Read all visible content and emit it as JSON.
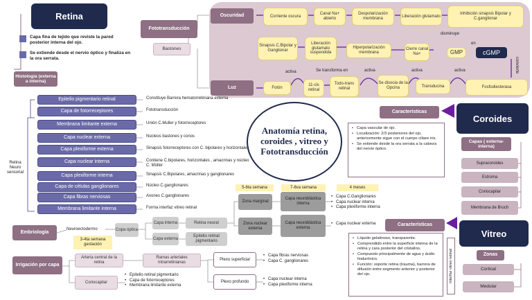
{
  "retina": {
    "title": "Retina",
    "desc": [
      "Capa fina de tejido que reviste la pared posterior interna del ojo.",
      "Se extiende desde el nervio óptico y finaliza en la ora serrata."
    ],
    "histologia": "Histología (externa a interna)",
    "side_label": "Retina Neuro sensorial",
    "layers": [
      {
        "name": "Epitelio pigmentario retinal",
        "desc": "Constituye Barrera hematorretiniana externa"
      },
      {
        "name": "Capa de fotorreceptores",
        "desc": "Fototransducción"
      },
      {
        "name": "Membrana limitante externa",
        "desc": "Unión C.Muller y fotorreceptores"
      },
      {
        "name": "Capa nuclear externa",
        "desc": "Núcleos bastones y conos"
      },
      {
        "name": "Capa plexiforme externa",
        "desc": "Sinapsis fotorreceptores con C. bipolares y horizontales"
      },
      {
        "name": "Capa nuclear interna",
        "desc": "Contiene C.bipolares, horizontales , amacrinas y núcleo C. Müller"
      },
      {
        "name": "Capa plexiforme interna",
        "desc": "Sinapsis C.Bipolares, amacrinas y ganglionares"
      },
      {
        "name": "Capa de células ganglionares",
        "desc": "Núcleo C.ganglionares"
      },
      {
        "name": "Capa fibras nerviosas",
        "desc": "Axones C.ganglionares"
      },
      {
        "name": "Membrana limitante interna",
        "desc": "Forma interfaz vitreo retinal"
      }
    ]
  },
  "embriologia": {
    "title": "Embriología",
    "neuro": "Neuroectodermo",
    "copa": "Copa óptica",
    "gestacion": "3-4ta semana gestación",
    "capa_interna": "Capa interna",
    "capa_externa": "Capa externa",
    "retina_neural": "Retina neural",
    "epitelio": "Epitelio retinal pigmentario",
    "sem1": "5-6ta semana",
    "sem2": "7-8va semana",
    "sem3": "4 meses",
    "zona_marginal": "Zona marginal",
    "zona_nuclear": "Zona nuclear externa",
    "capa_neuro1": "Capa neuroblástica interna",
    "capa_neuro2": "Capa neuroblástica externa",
    "list1": [
      "Capa C.Ganglionares",
      "Capa nuclear interna",
      "Capa plexiforme interna"
    ],
    "list2": [
      "Capa nuclear externa"
    ]
  },
  "irrigacion": {
    "title": "Irrigación por capa",
    "arteria": "Arteria central de la retina",
    "ramas": "Ramas arteriales intrarretinianas",
    "plexo_sup": "Plexo superficial",
    "plexo_prof": "Plexo profundo",
    "sup_list": [
      "Capa fibras nerviosas",
      "Capa C. ganglionares"
    ],
    "prof_list": [
      "Capa nuclear interna",
      "Capa plexiforme interna"
    ],
    "coriocapilar": "Coriocapilar",
    "corio_list": [
      "Epitelio retinal pigmentario",
      "Capa de fotorreceptores",
      "Membrana limitante externa"
    ]
  },
  "fototransduccion": {
    "title": "Fototransducción",
    "bastones": "Bastones",
    "oscuridad": "Oscuridad",
    "luz": "Luz",
    "dark_chain": [
      "Corriente oscura",
      "Canal Na+ abierto",
      "Despolarización membrana",
      "Liberación glutamato",
      "Inhibición sinapsis Bipolar y C.ganglionar"
    ],
    "light_chain": [
      "Fotón",
      "11-cis retinal",
      "Todo-trans retinal",
      "Se disocia de la Opcina",
      "Transducina",
      "Fosfodiesterasa"
    ],
    "return_chain": [
      "Sinapsis C.Bipolar y Ganglionar",
      "Liberación glutamato suspendida",
      "Hiperpolarización membrana",
      "Cierre canal Na+"
    ],
    "gmp": "GMP",
    "cgmp": "cGMP",
    "activa": "activa",
    "se_transforma": "Se transforma en",
    "disminuye": "disminuye",
    "en": "en",
    "convierte": "convierte"
  },
  "center_title": "Anatomía retina, coroides , vitreo y Fototransducción",
  "coroides": {
    "title": "Coroides",
    "caracteristicas": "Características",
    "list": [
      "Capa vascular de ojo.",
      "Localización: 2/3 posteriores del ojo, anteriormente sigue con el cuerpo ciliare iris.",
      "Se extiende desde la ora serrata a la cabeza del nervio óptico."
    ],
    "capas_title": "Capas ( externa-interna)",
    "capas": [
      "Supracoroides",
      "Estroma",
      "Coriocapilar",
      "Membrana de Bruch"
    ]
  },
  "vitreo": {
    "title": "Vitreo",
    "caracteristicas": "Características",
    "list": [
      "Líquido gelatinoso, transparente.",
      "Comprendido entre la superficie interna de la retina y cara posterior del cristalino.",
      "Compuesto principalmente de agua y ácido hialurónico.",
      "Función: soporte retina (trauma), barrera de difusión entre segmento anterior y posterior del ojo."
    ],
    "interfaz": "Interfaz vitreo retinal",
    "zonas": "Zonas",
    "zonas_list": [
      "Cortical",
      "Medular"
    ]
  },
  "colors": {
    "navy": "#1f2a4d",
    "mauve": "#8e6f83",
    "purple": "#6a6aa9",
    "yellow": "#fff2b3",
    "arrow": "#6b1fa0"
  }
}
